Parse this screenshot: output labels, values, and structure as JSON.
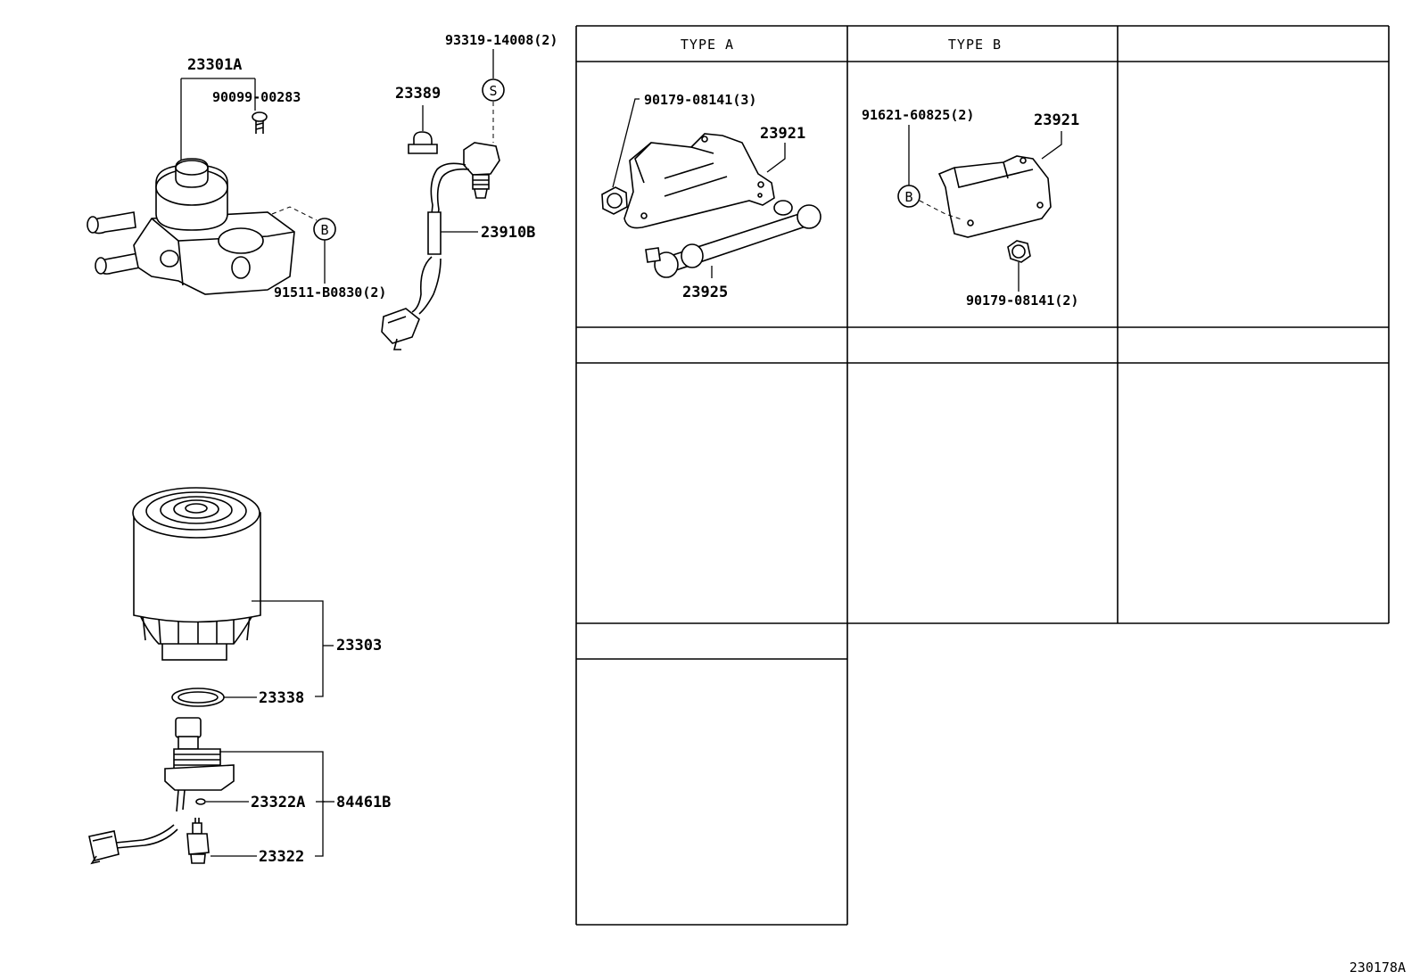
{
  "table": {
    "type_a_header": "TYPE A",
    "type_b_header": "TYPE B"
  },
  "labels": {
    "p23301A": "23301A",
    "p90099": "90099-00283",
    "p91511": "91511-B0830(2)",
    "p93319": "93319-14008(2)",
    "p23389": "23389",
    "p23910B": "23910B",
    "p23303": "23303",
    "p23338": "23338",
    "p23322A": "23322A",
    "p84461B": "84461B",
    "p23322": "23322",
    "typeA_90179": "90179-08141(3)",
    "typeA_23921": "23921",
    "typeA_23925": "23925",
    "typeB_91621": "91621-60825(2)",
    "typeB_23921": "23921",
    "typeB_90179": "90179-08141(2)"
  },
  "markers": {
    "s": "S",
    "b_left": "B",
    "b_typeb": "B"
  },
  "caption": "230178A"
}
